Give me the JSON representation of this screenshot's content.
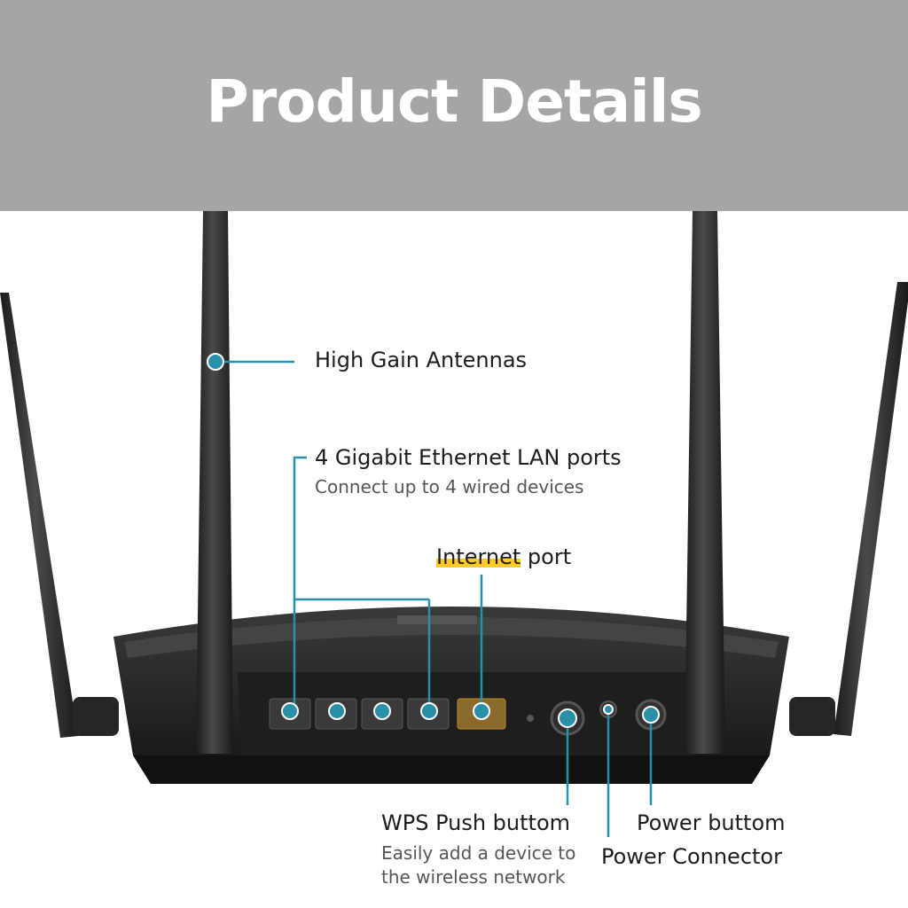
{
  "header": {
    "title": "Product Details"
  },
  "callouts": {
    "antennas": {
      "title": "High Gain Antennas"
    },
    "lan": {
      "title": "4 Gigabit Ethernet LAN ports",
      "subtitle": "Connect up to 4 wired devices"
    },
    "internet": {
      "highlight": "Internet",
      "rest": " port"
    },
    "wps": {
      "title": "WPS Push buttom",
      "subtitle_line1": "Easily add a device to",
      "subtitle_line2": "the wireless network"
    },
    "power_button": {
      "title": "Power buttom"
    },
    "power_connector": {
      "title": "Power Connector"
    }
  },
  "colors": {
    "header_bg": "#a5a5a5",
    "accent_teal": "#2a8fa8",
    "highlight_yellow": "#ffc928",
    "router_body": "#2b2b2b"
  }
}
